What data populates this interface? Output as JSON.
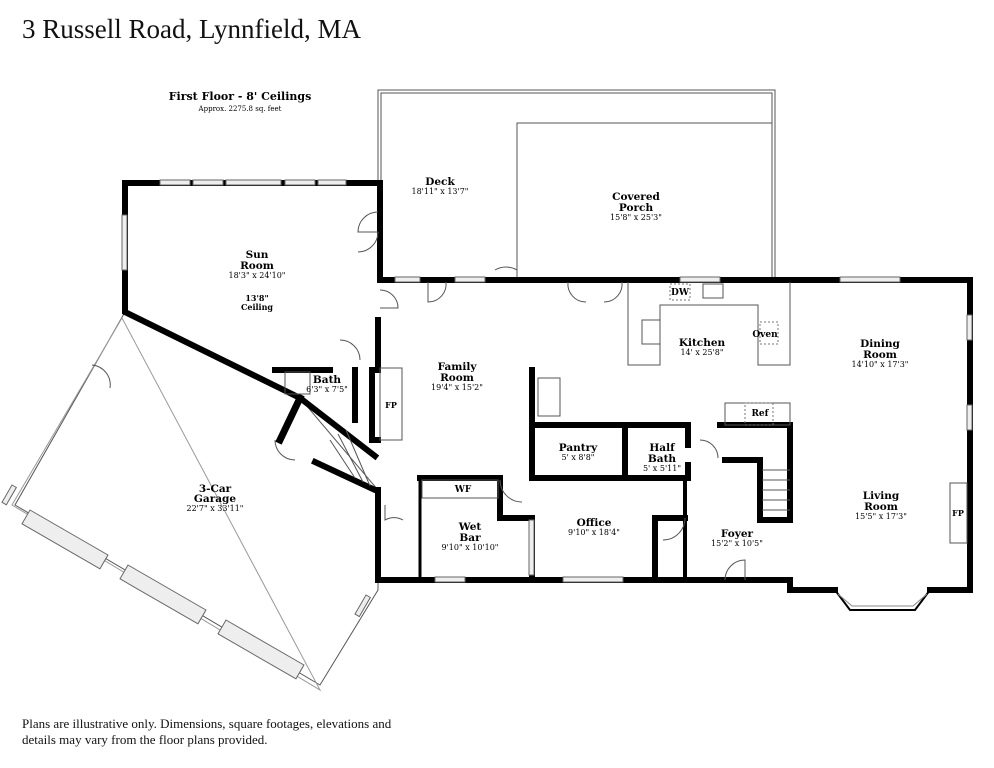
{
  "title": "3 Russell Road, Lynnfield, MA",
  "floor": {
    "label": "First Floor - 8' Ceilings",
    "area": "Approx. 2275.8 sq. feet"
  },
  "rooms": {
    "deck": {
      "name": "Deck",
      "dims": "18'11\" x 13'7\""
    },
    "porch": {
      "name1": "Covered",
      "name2": "Porch",
      "dims": "15'8\" x 25'3\""
    },
    "sun": {
      "name1": "Sun",
      "name2": "Room",
      "dims": "18'3\" x 24'10\"",
      "ceil1": "13'8\"",
      "ceil2": "Ceiling"
    },
    "family": {
      "name1": "Family",
      "name2": "Room",
      "dims": "19'4\" x 15'2\""
    },
    "kitchen": {
      "name": "Kitchen",
      "dims": "14' x 25'8\""
    },
    "dining": {
      "name1": "Dining",
      "name2": "Room",
      "dims": "14'10\" x 17'3\""
    },
    "bath": {
      "name": "Bath",
      "dims": "6'3\" x 7'5\""
    },
    "pantry": {
      "name": "Pantry",
      "dims": "5' x 8'8\""
    },
    "halfbath": {
      "name1": "Half",
      "name2": "Bath",
      "dims": "5' x 5'11\""
    },
    "garage": {
      "name1": "3-Car",
      "name2": "Garage",
      "dims": "22'7\" x 33'11\""
    },
    "wetbar": {
      "name1": "Wet",
      "name2": "Bar",
      "dims": "9'10\" x 10'10\""
    },
    "office": {
      "name": "Office",
      "dims": "9'10\" x 18'4\""
    },
    "foyer": {
      "name": "Foyer",
      "dims": "15'2\" x 10'5\""
    },
    "living": {
      "name1": "Living",
      "name2": "Room",
      "dims": "15'5\" x 17'3\""
    }
  },
  "fixtures": {
    "dw": "DW",
    "oven": "Oven",
    "ref": "Ref",
    "wf": "WF",
    "fp1": "FP",
    "fp2": "FP"
  },
  "disclaimer": "Plans are illustrative only. Dimensions, square footages, elevations and details may vary from the floor plans provided."
}
